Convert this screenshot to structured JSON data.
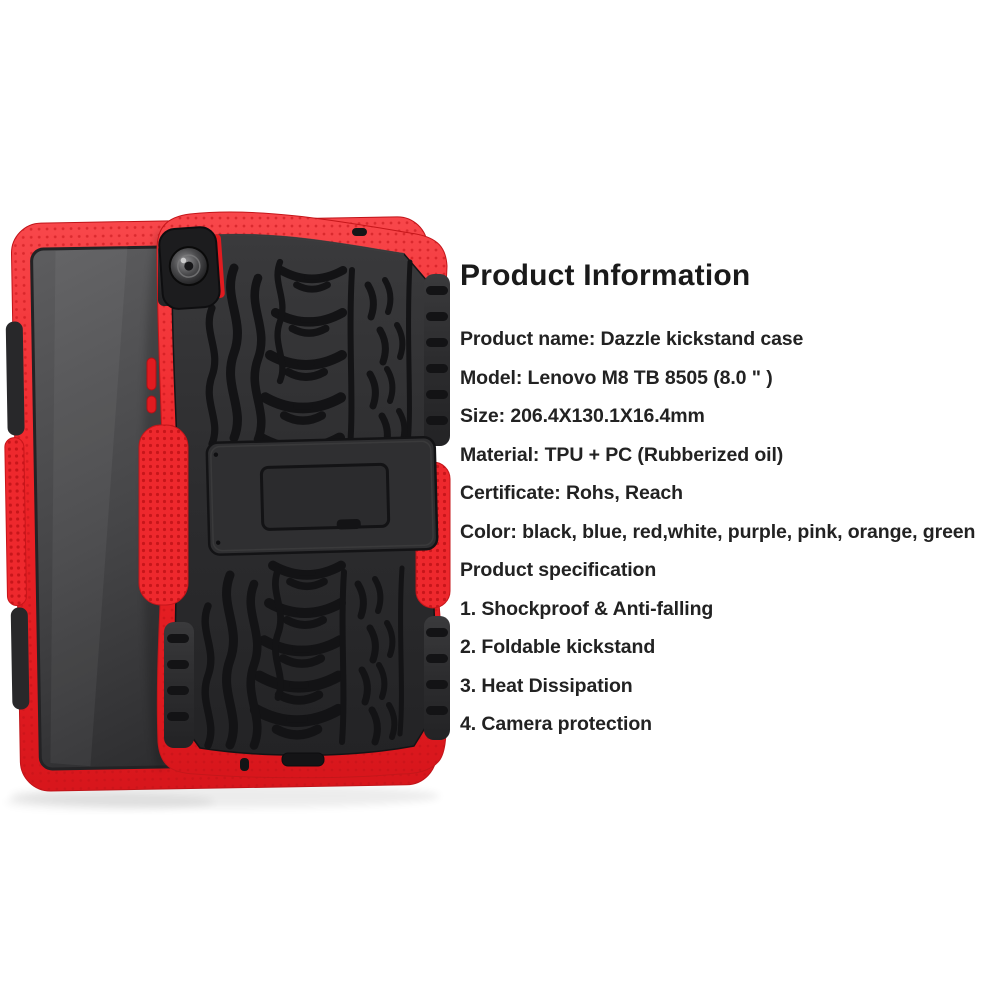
{
  "product_info": {
    "title": "Product Information",
    "lines": [
      "Product name: Dazzle kickstand case",
      "Model: Lenovo M8 TB 8505 (8.0 \" )",
      "Size: 206.4X130.1X16.4mm",
      "Material: TPU + PC (Rubberized oil)",
      "Certificate: Rohs, Reach",
      "Color: black, blue, red,white, purple, pink, orange, green",
      "Product specification",
      "1. Shockproof & Anti-falling",
      "2. Foldable kickstand",
      "3. Heat Dissipation",
      "4. Camera protection"
    ]
  },
  "photo": {
    "description": "Red and black Dazzle rugged kickstand case, front view and tire-tread back view"
  },
  "colors": {
    "accent_red": "#ee2428",
    "dark_red": "#c8151a",
    "case_black": "#2a2a2c",
    "groove_black": "#131315",
    "screen_gray": "#4c4c4e",
    "text": "#1f1f1f",
    "background": "#ffffff"
  }
}
